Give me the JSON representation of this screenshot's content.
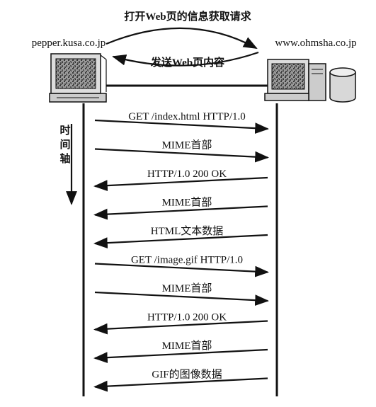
{
  "top_request": "打开Web页的信息获取请求",
  "top_response": "发送Web页内容",
  "client_host": "pepper.kusa.co.jp",
  "server_host": "www.ohmsha.co.jp",
  "time_axis_label": [
    "时",
    "间",
    "轴"
  ],
  "messages": [
    {
      "label": "GET /index.html HTTP/1.0",
      "direction": "to-server"
    },
    {
      "label": "MIME首部",
      "direction": "to-server"
    },
    {
      "label": "HTTP/1.0 200 OK",
      "direction": "to-client"
    },
    {
      "label": "MIME首部",
      "direction": "to-client"
    },
    {
      "label": "HTML文本数据",
      "direction": "to-client"
    },
    {
      "label": "GET /image.gif  HTTP/1.0",
      "direction": "to-server"
    },
    {
      "label": "MIME首部",
      "direction": "to-server"
    },
    {
      "label": "HTTP/1.0 200 OK",
      "direction": "to-client"
    },
    {
      "label": "MIME首部",
      "direction": "to-client"
    },
    {
      "label": "GIF的图像数据",
      "direction": "to-client"
    }
  ]
}
